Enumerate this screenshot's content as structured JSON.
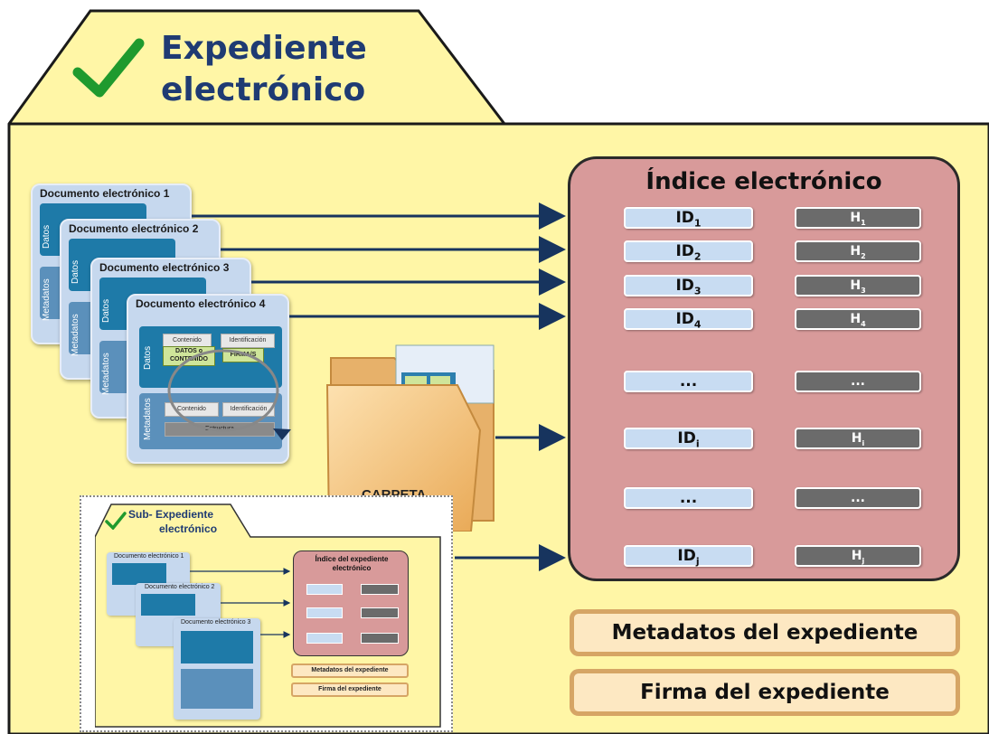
{
  "title": {
    "line1": "Expediente",
    "line2": "electrónico"
  },
  "index": {
    "title": "Índice electrónico",
    "rows": [
      {
        "id_base": "ID",
        "id_sub": "1",
        "h_base": "H",
        "h_sub": "1"
      },
      {
        "id_base": "ID",
        "id_sub": "2",
        "h_base": "H",
        "h_sub": "2"
      },
      {
        "id_base": "ID",
        "id_sub": "3",
        "h_base": "H",
        "h_sub": "3"
      },
      {
        "id_base": "ID",
        "id_sub": "4",
        "h_base": "H",
        "h_sub": "4"
      },
      {
        "id_base": "...",
        "id_sub": "",
        "h_base": "...",
        "h_sub": ""
      },
      {
        "id_base": "ID",
        "id_sub": "i",
        "h_base": "H",
        "h_sub": "i"
      },
      {
        "id_base": "...",
        "id_sub": "",
        "h_base": "...",
        "h_sub": ""
      },
      {
        "id_base": "ID",
        "id_sub": "j",
        "h_base": "H",
        "h_sub": "j"
      }
    ]
  },
  "metadatos_label": "Metadatos del expediente",
  "firma_label": "Firma del expediente",
  "documents": [
    {
      "title": "Documento electrónico 1"
    },
    {
      "title": "Documento electrónico 2"
    },
    {
      "title": "Documento electrónico 3"
    },
    {
      "title": "Documento electrónico 4"
    }
  ],
  "doc_labels": {
    "datos": "Datos",
    "metadatos": "Metadatos",
    "contenido": "Contenido",
    "identificacion": "Identificación",
    "datos_contenido": "DATOS o CONTENIDO",
    "firma": "FIRMA/S",
    "estructura": "Estructura"
  },
  "folder_label": "CARPETA",
  "sub_expediente": {
    "title_line1": "Sub- Expediente",
    "title_line2": "electrónico",
    "index_title": "Índice del expediente electrónico",
    "docs": [
      "Documento electrónico 1",
      "Documento electrónico 2",
      "Documento electrónico 3"
    ],
    "metadatos_label": "Metadatos del expediente",
    "firma_label": "Firma del expediente"
  },
  "colors": {
    "background_yellow": "#fff6a6",
    "index_panel": "#d89a9a",
    "id_box": "#c8dcf2",
    "hash_box": "#6b6b6b",
    "arrow": "#17345e",
    "title_text": "#1f3b73",
    "check": "#1f9a2e"
  }
}
